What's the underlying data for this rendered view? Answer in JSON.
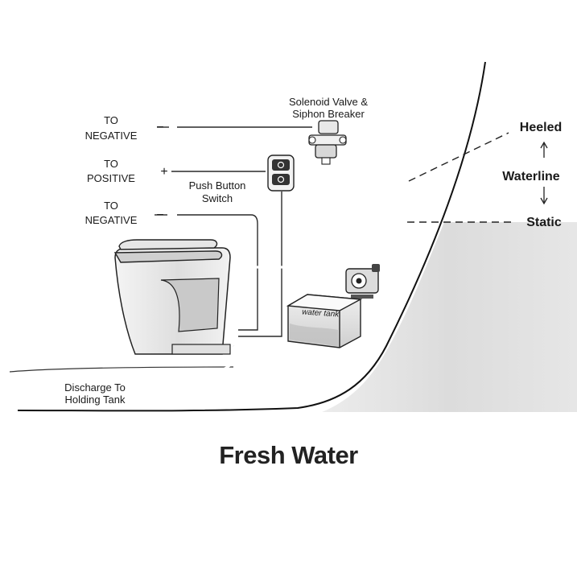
{
  "labels": {
    "to_negative_top": [
      "TO",
      "NEGATIVE"
    ],
    "to_positive": [
      "TO",
      "POSITIVE"
    ],
    "to_negative_bottom": [
      "TO",
      "NEGATIVE"
    ],
    "minus_symbol": "−",
    "plus_symbol": "+",
    "solenoid": [
      "Solenoid Valve &",
      "Siphon Breaker"
    ],
    "push_button": [
      "Push Button",
      "Switch"
    ],
    "water_tank": "water tank",
    "discharge": [
      "Discharge To",
      "Holding Tank"
    ],
    "heeled": "Heeled",
    "waterline": "Waterline",
    "static": "Static"
  },
  "caption": "Fresh Water"
}
